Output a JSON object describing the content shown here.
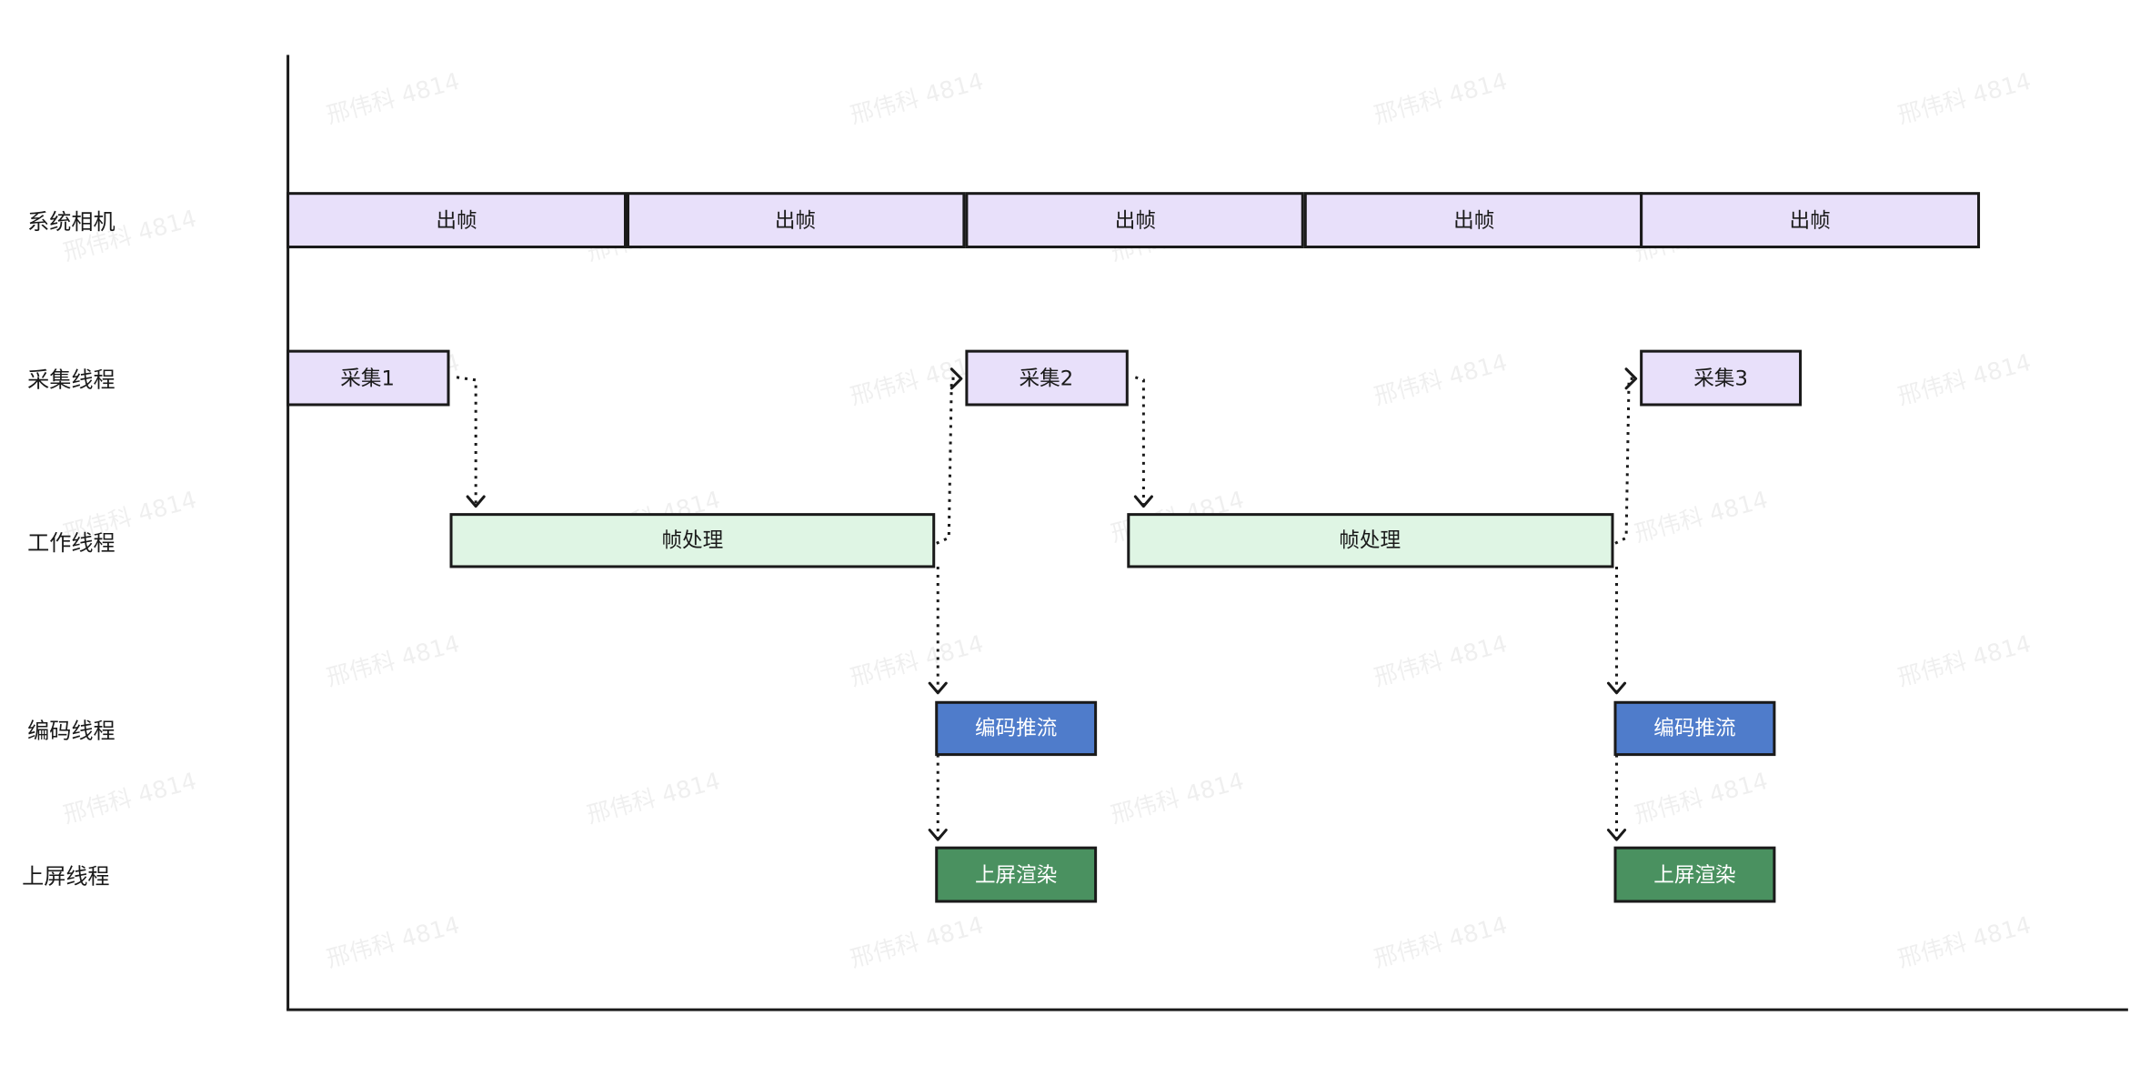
{
  "lanes": [
    {
      "id": "camera",
      "label": "系统相机"
    },
    {
      "id": "capture",
      "label": "采集线程"
    },
    {
      "id": "worker",
      "label": "工作线程"
    },
    {
      "id": "encode",
      "label": "编码线程"
    },
    {
      "id": "display",
      "label": "上屏线程"
    }
  ],
  "boxes": {
    "camera": [
      {
        "label": "出帧"
      },
      {
        "label": "出帧"
      },
      {
        "label": "出帧"
      },
      {
        "label": "出帧"
      },
      {
        "label": "出帧"
      }
    ],
    "capture": [
      {
        "label": "采集1"
      },
      {
        "label": "采集2"
      },
      {
        "label": "采集3"
      }
    ],
    "worker": [
      {
        "label": "帧处理"
      },
      {
        "label": "帧处理"
      }
    ],
    "encode": [
      {
        "label": "编码推流"
      },
      {
        "label": "编码推流"
      }
    ],
    "display": [
      {
        "label": "上屏渲染"
      },
      {
        "label": "上屏渲染"
      }
    ]
  },
  "colors": {
    "camera_fill": "#e8e0fa",
    "capture_fill": "#e8e0fa",
    "worker_fill": "#dff5e4",
    "encode_fill": "#4f7ccb",
    "display_fill": "#4a9160"
  },
  "watermark": "邢伟科 4814"
}
